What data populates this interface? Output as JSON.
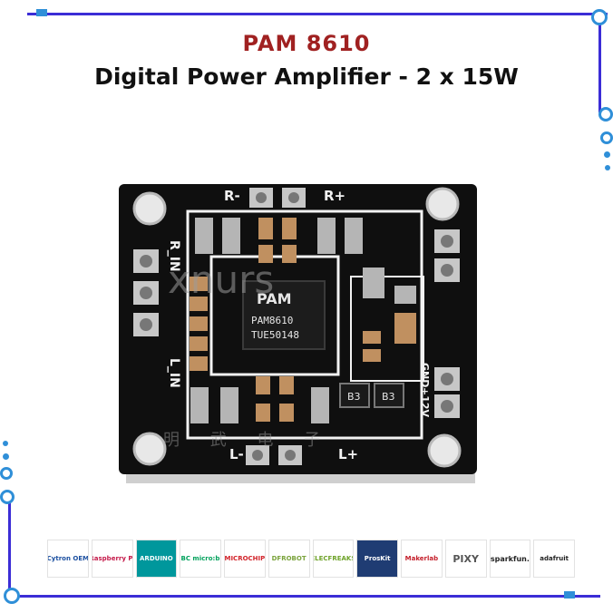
{
  "title": "PAM 8610",
  "subtitle": "Digital Power Amplifier - 2 x 15W",
  "board": {
    "chip_brand": "PAM",
    "chip_model": "PAM8610",
    "chip_code": "TUE50148",
    "label_r_minus": "R-",
    "label_r_plus": "R+",
    "label_l_minus": "L-",
    "label_l_plus": "L+",
    "label_r_in": "R_IN",
    "label_l_in": "L_IN",
    "label_gnd": "GND",
    "label_12v": "+12V",
    "diode_1": "B3",
    "diode_2": "B3",
    "watermark": "xnurs",
    "chinese_mark": "明 武 电 子"
  },
  "logos": [
    "Cytron OEM",
    "Raspberry Pi",
    "ARDUINO",
    "BBC micro:bit",
    "MICROCHIP",
    "DFROBOT",
    "ELECFREAKS",
    "ProsKit",
    "Makerlab",
    "PIXY",
    "sparkfun.",
    "adafruit"
  ],
  "colors": {
    "title": "#a02121",
    "frame": "#3b2dd6",
    "accent": "#2f8fd8",
    "pcb": "#111111"
  }
}
